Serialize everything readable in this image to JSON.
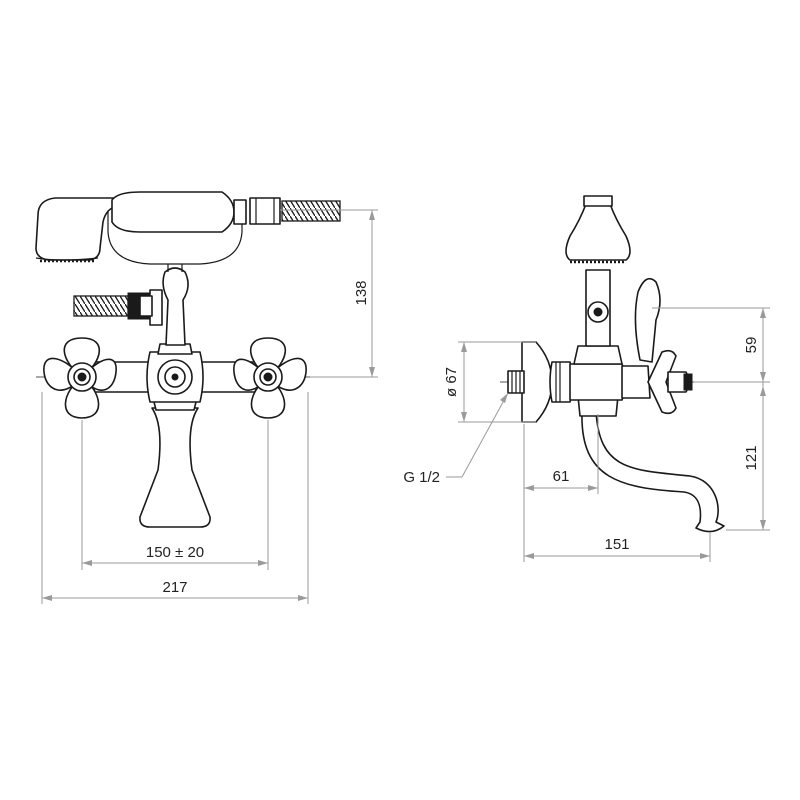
{
  "front_view": {
    "dim_height": "138",
    "dim_centers": "150 ± 20",
    "dim_width": "217"
  },
  "side_view": {
    "dim_diameter": "ø 67",
    "dim_thread": "G 1/2",
    "dim_spout_offset": "61",
    "dim_spout_reach": "151",
    "dim_upper_height": "59",
    "dim_lower_height": "121"
  }
}
